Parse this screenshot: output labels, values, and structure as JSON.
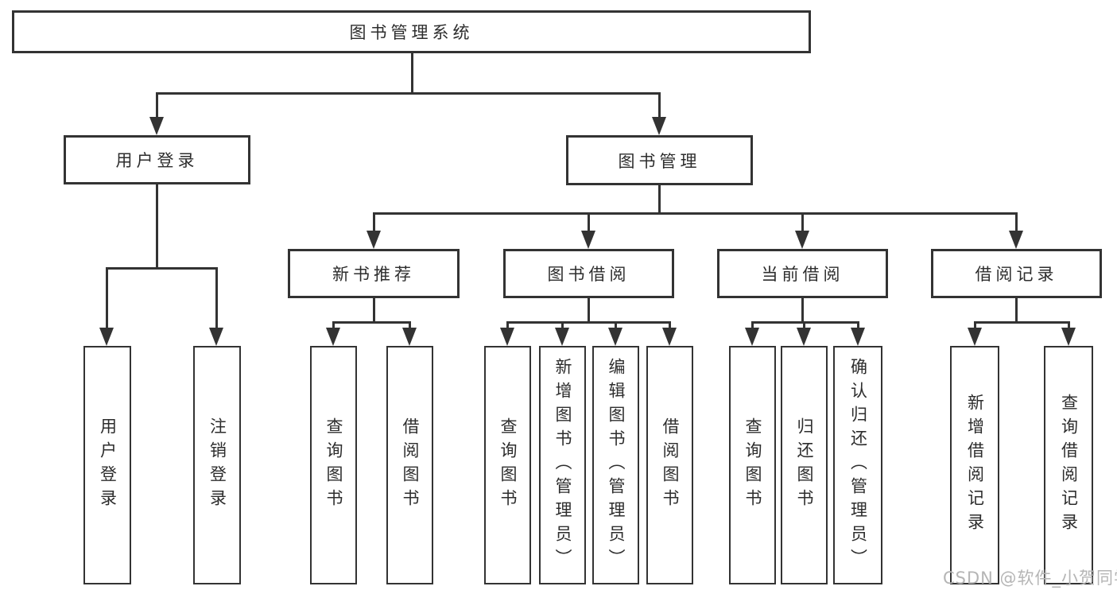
{
  "tree": {
    "root": {
      "label": "图书管理系统",
      "children": [
        {
          "label": "用户登录",
          "children": [
            {
              "label": "用户登录"
            },
            {
              "label": "注销登录"
            }
          ]
        },
        {
          "label": "图书管理",
          "children": [
            {
              "label": "新书推荐",
              "children": [
                {
                  "label": "查询图书"
                },
                {
                  "label": "借阅图书"
                }
              ]
            },
            {
              "label": "图书借阅",
              "children": [
                {
                  "label": "查询图书"
                },
                {
                  "label": "新增图书（管理员）"
                },
                {
                  "label": "编辑图书（管理员）"
                },
                {
                  "label": "借阅图书"
                }
              ]
            },
            {
              "label": "当前借阅",
              "children": [
                {
                  "label": "查询图书"
                },
                {
                  "label": "归还图书"
                },
                {
                  "label": "确认归还（管理员）"
                }
              ]
            },
            {
              "label": "借阅记录",
              "children": [
                {
                  "label": "新增借阅记录"
                },
                {
                  "label": "查询借阅记录"
                }
              ]
            }
          ]
        }
      ]
    }
  },
  "watermark": {
    "text": "CSDN @软件_小贺同学"
  },
  "icons": {
    "down_arrowhead": "▼"
  },
  "colors": {
    "line": "#333333",
    "box_border": "#333333",
    "box_fill": "#ffffff",
    "text": "#2d2d2d",
    "background": "#ffffff",
    "watermark": "#b5b5b5"
  }
}
